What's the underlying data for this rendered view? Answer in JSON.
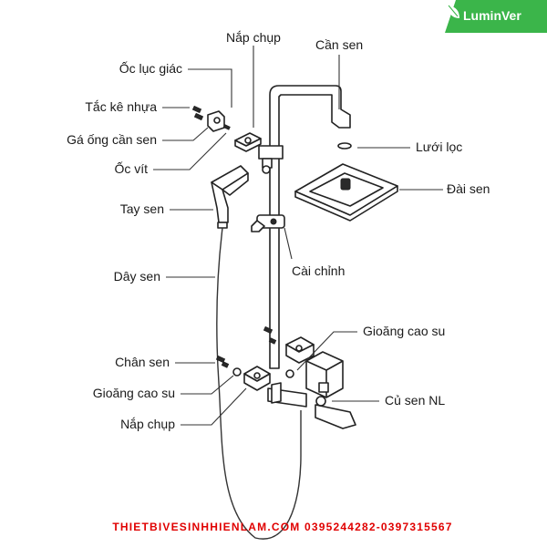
{
  "brand": {
    "name": "LuminVer",
    "color": "#3bb54a"
  },
  "labels": {
    "nap_chup_top": "Nắp chụp",
    "can_sen": "Cần sen",
    "oc_luc_giac": "Ốc lục giác",
    "tac_ke_nhua": "Tắc kê nhựa",
    "ga_ong_can_sen": "Gá ống cần sen",
    "oc_vit": "Ốc vít",
    "luoi_loc": "Lưới lọc",
    "dai_sen": "Đài sen",
    "tay_sen": "Tay sen",
    "day_sen": "Dây sen",
    "cai_chinh": "Cài chỉnh",
    "gioang_cao_su_right": "Gioăng cao su",
    "chan_sen": "Chân sen",
    "cu_sen_nl": "Củ sen NL",
    "gioang_cao_su_left": "Gioăng cao su",
    "nap_chup_bottom": "Nắp chụp"
  },
  "footer": {
    "text": "THIETBIVESINHHIENLAM.COM 0395244282-0397315567",
    "color": "#e00000"
  },
  "icons": [
    "leaf-icon"
  ]
}
